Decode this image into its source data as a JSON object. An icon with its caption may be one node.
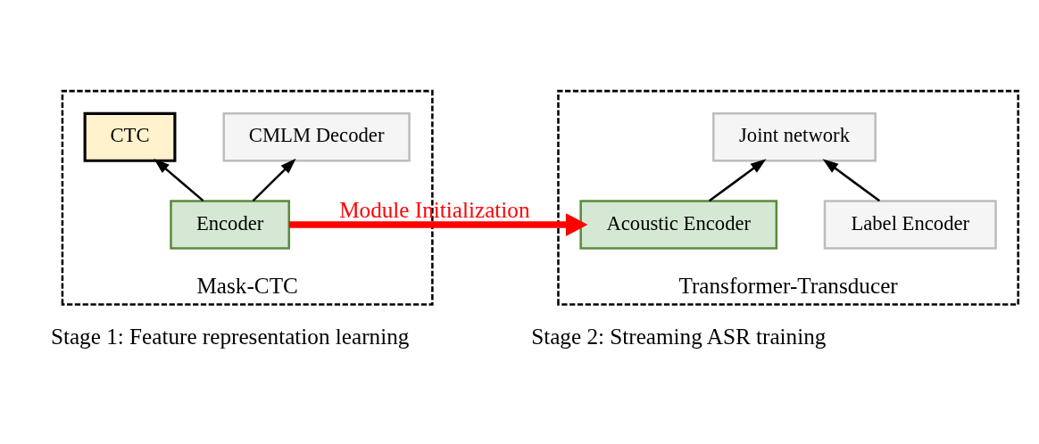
{
  "diagram": {
    "nodes": [
      {
        "text": [
          "Mask-CTC"
        ]
      },
      {
        "text": [
          "CTC"
        ],
        "in": 0
      },
      {
        "text": [
          "CMLM Decoder"
        ],
        "in": 0
      },
      {
        "text": [
          "Encoder"
        ],
        "in": 0
      },
      {
        "text": [
          "Transformer-Transducer"
        ]
      },
      {
        "text": [
          "Joint network"
        ],
        "in": 4
      },
      {
        "text": [
          "Label Encoder"
        ],
        "in": 4
      },
      {
        "text": [
          "Acoustic Encoder"
        ],
        "in": 4
      }
    ],
    "edges": [
      {
        "from": 3,
        "to": 1,
        "arrow": "to"
      },
      {
        "from": 3,
        "to": 2,
        "arrow": "to"
      },
      {
        "from": 6,
        "to": 5,
        "arrow": "to"
      },
      {
        "from": 7,
        "to": 5,
        "arrow": "to"
      },
      {
        "from": 3,
        "to": 7,
        "arrow": "to",
        "label": "Module Initialization",
        "style": "thick",
        "color": "#ff0000"
      }
    ],
    "labels": [
      "Stage 1: Feature representation learning",
      "Stage 2: Streaming ASR training"
    ]
  }
}
